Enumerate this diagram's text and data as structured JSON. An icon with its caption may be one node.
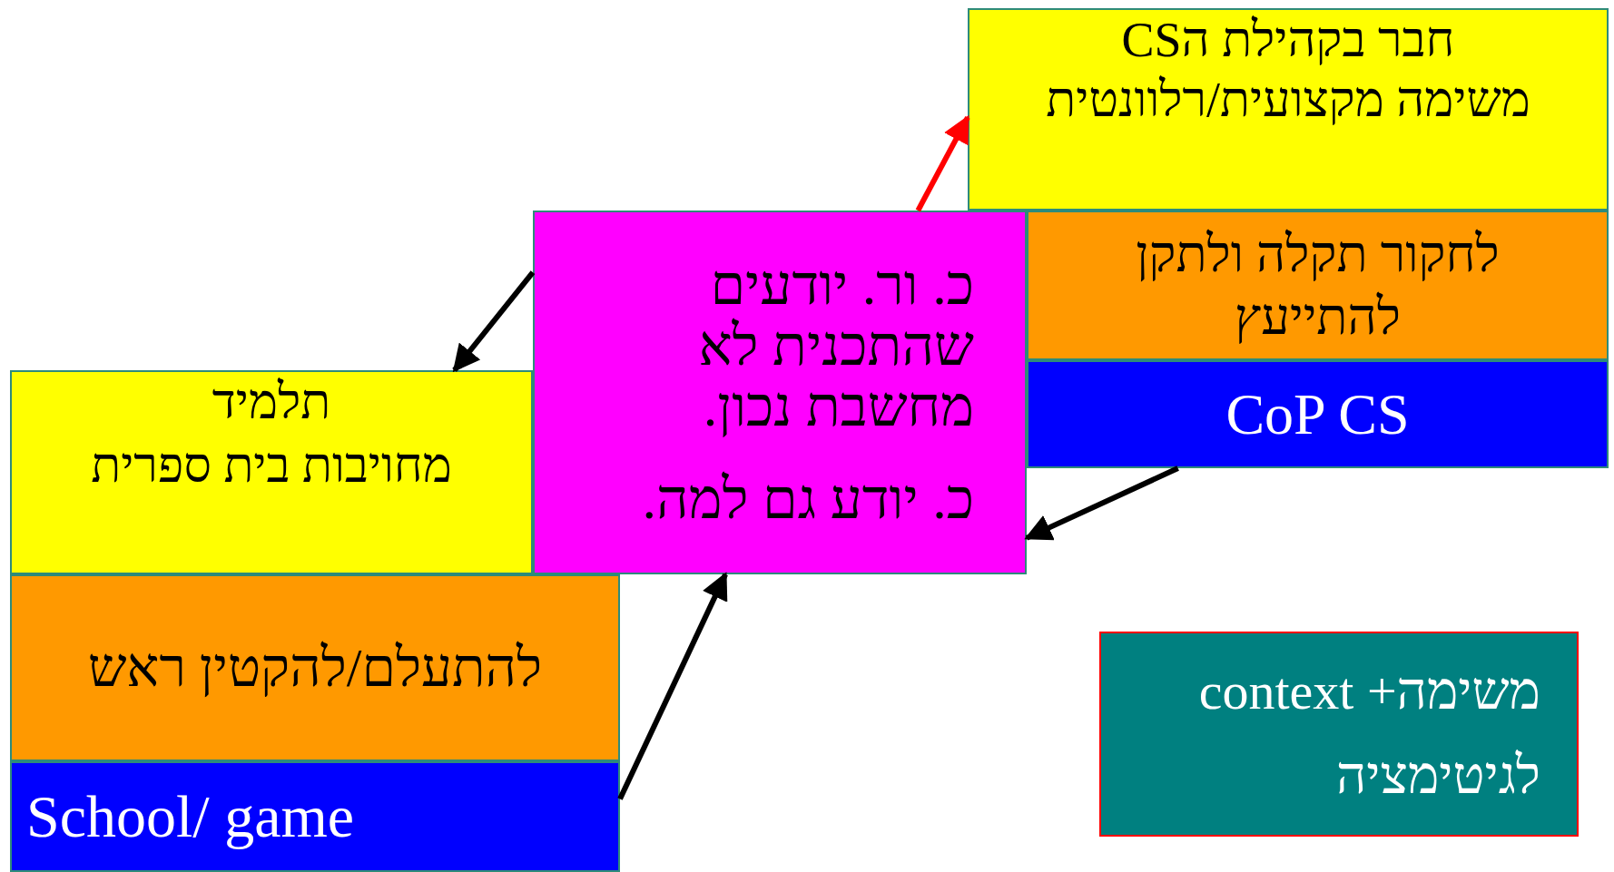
{
  "diagram": {
    "nodes": [
      {
        "text": [
          "חבר בקהילת הCS",
          "משימה מקצועית/רלוונטית"
        ]
      },
      {
        "text": [
          "לחקור תקלה ולתקן",
          "להתייעץ"
        ]
      },
      {
        "text": [
          "CoP CS"
        ]
      },
      {
        "text": [
          "כ. ור. יודעים שהתכנית לא מחשבת נכון.",
          "כ. יודע גם למה."
        ]
      },
      {
        "text": [
          "תלמיד",
          "מחויבות בית ספרית"
        ]
      },
      {
        "text": [
          "להתעלם/להקטין ראש"
        ]
      },
      {
        "text": [
          "School/ game"
        ]
      },
      {
        "text": [
          "משימה+ context",
          "לגיטימציה"
        ]
      }
    ],
    "edges": [
      {
        "from": 3,
        "to": 0,
        "arrow": "to",
        "color": "#ff0000"
      },
      {
        "from": 3,
        "to": 4,
        "arrow": "to"
      },
      {
        "from": 2,
        "to": 3,
        "arrow": "to"
      },
      {
        "from": 6,
        "to": 3,
        "arrow": "to"
      }
    ]
  }
}
